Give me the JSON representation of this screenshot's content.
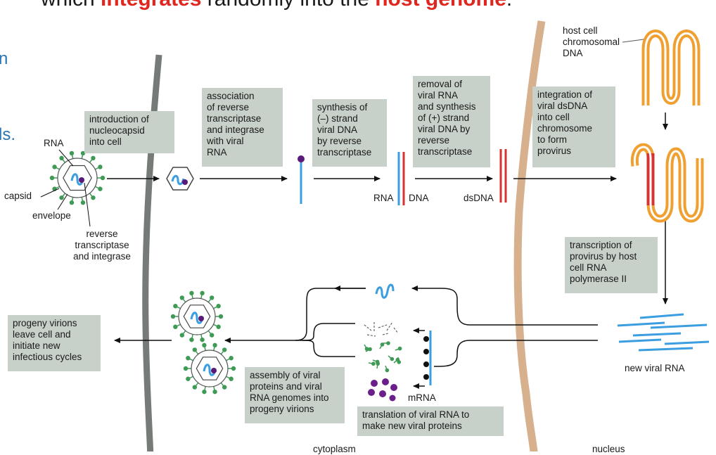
{
  "heading": {
    "pre": "which ",
    "red1": "integrates",
    "mid": " randomly into the ",
    "red2": "host genome",
    "post": "."
  },
  "side": {
    "a": "n",
    "b": "ls.",
    "c": ")"
  },
  "labels": {
    "rna": "RNA",
    "capsid": "capsid",
    "envelope": "envelope",
    "rt": "reverse\ntranscriptase\nand integrase",
    "rna_strand": "RNA",
    "dna_strand": "DNA",
    "dsdna": "dsDNA",
    "host_chrom": "host cell\nchromosomal\nDNA",
    "new_viral_rna": "new viral RNA",
    "mrna": "mRNA",
    "cytoplasm": "cytoplasm",
    "nucleus": "nucleus"
  },
  "steps": {
    "introduction": "introduction of\nnucleocapsid\ninto cell",
    "association": "association\nof reverse\ntranscriptase\nand integrase\nwith viral\nRNA",
    "synthesis_minus": "synthesis of\n(–) strand\nviral DNA\nby reverse\ntranscriptase",
    "removal": "removal of\nviral RNA\nand synthesis\nof (+) strand\nviral DNA by\nreverse\ntranscriptase",
    "integration": "integration of\nviral dsDNA\ninto cell\nchromosome\nto form\nprovirus",
    "transcription": "transcription of\nprovirus by host\ncell RNA\npolymerase II",
    "translation": "translation of viral RNA to\nmake new viral proteins",
    "assembly": "assembly of viral\nproteins and viral\nRNA genomes into\nprogeny virions",
    "progeny": "progeny virions\nleave cell and\ninitiate new\ninfectious cycles"
  },
  "colors": {
    "rna_blue": "#3a9ee0",
    "dna_red": "#d63333",
    "chromosome_orange": "#f0a030",
    "membrane_gray": "#777b78",
    "nuclear_tan": "#d7b08e",
    "spike_green": "#3f9a55",
    "protein_purple": "#6a1f8a",
    "box_gray": "#c7d0c9"
  }
}
